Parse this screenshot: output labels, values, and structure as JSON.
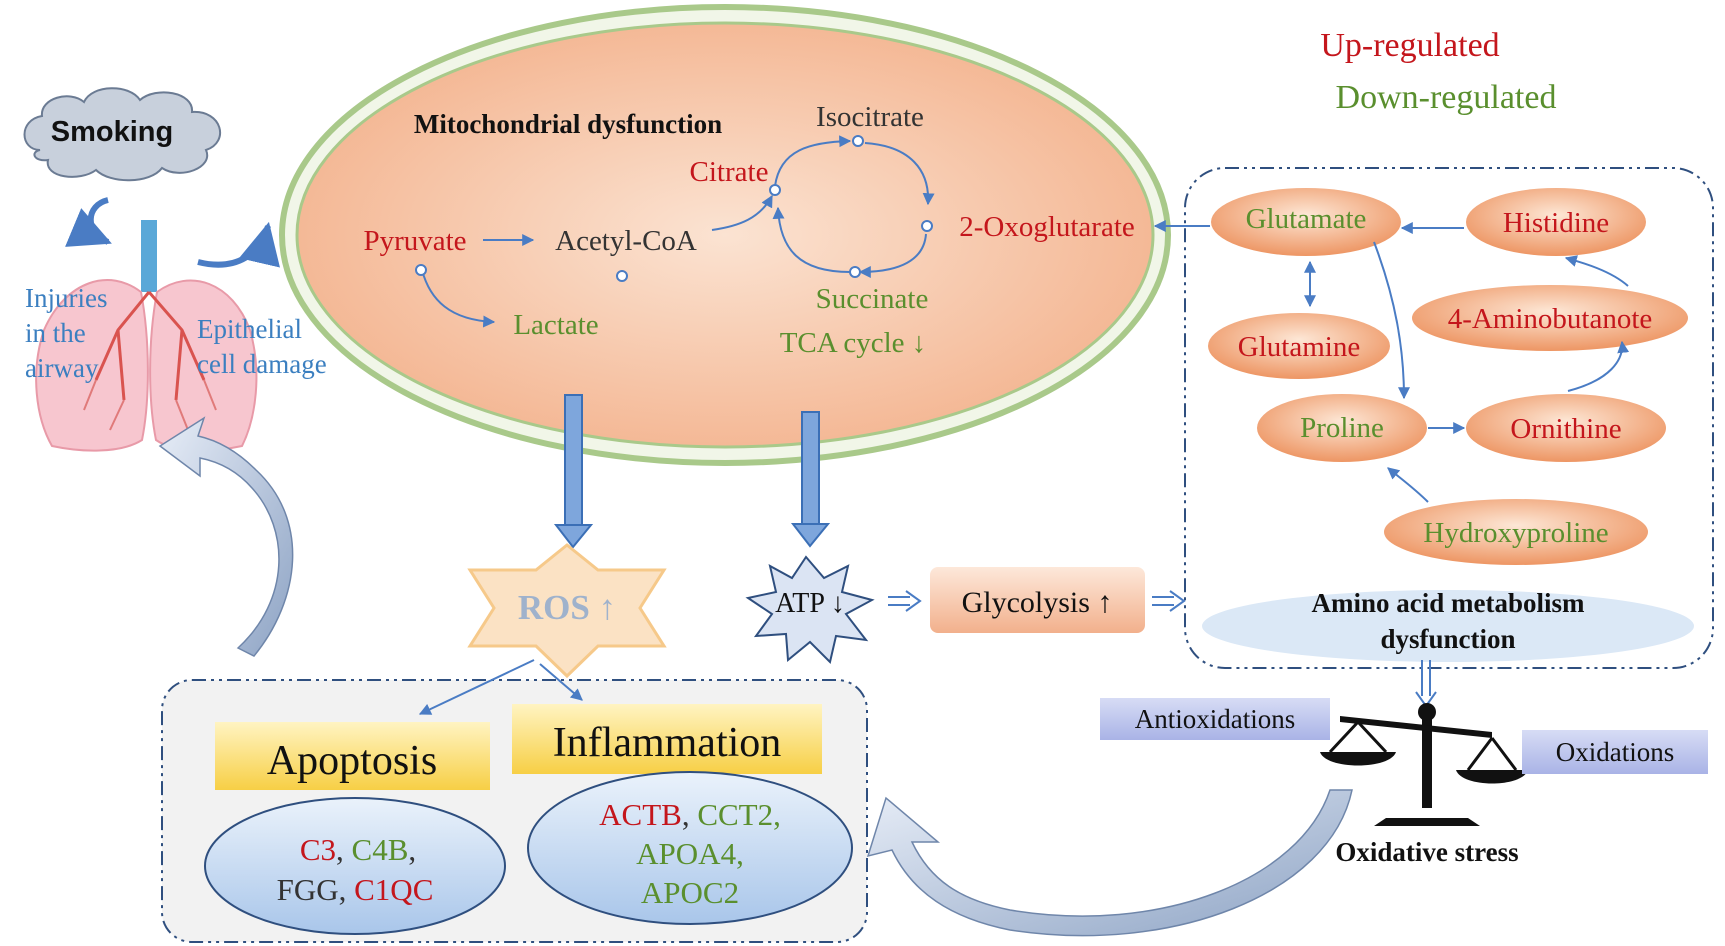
{
  "legend": {
    "up": "Up-regulated",
    "down": "Down-regulated"
  },
  "colors": {
    "up": "#c4161c",
    "down": "#5a8f2e",
    "arrow": "#4a7cc4",
    "oval_fill": "#f3b48f",
    "box_border": "#2f4f7f"
  },
  "smoking": {
    "label": "Smoking"
  },
  "lung": {
    "left_label": [
      "Injuries",
      "in the",
      "airway"
    ],
    "right_label": [
      "Epithelial",
      "cell damage"
    ]
  },
  "mito": {
    "title": "Mitochondrial dysfunction",
    "pyruvate": "Pyruvate",
    "acetyl": "Acetyl-CoA",
    "lactate": "Lactate",
    "citrate": "Citrate",
    "isocitrate": "Isocitrate",
    "oxoglutarate": "2-Oxoglutarate",
    "succinate": "Succinate",
    "tca": "TCA cycle ↓"
  },
  "amino": {
    "glutamate": "Glutamate",
    "histidine": "Histidine",
    "glutamine": "Glutamine",
    "aminobutanote": "4-Aminobutanote",
    "proline": "Proline",
    "ornithine": "Ornithine",
    "hydroxyproline": "Hydroxyproline",
    "title_line1": "Amino acid metabolism",
    "title_line2": "dysfunction"
  },
  "ros": "ROS ↑",
  "atp": "ATP ↓",
  "glycolysis": "Glycolysis ↑",
  "balance": {
    "antioxidations": "Antioxidations",
    "oxidations": "Oxidations",
    "caption": "Oxidative stress"
  },
  "outcomes": {
    "apoptosis": "Apoptosis",
    "inflammation": "Inflammation",
    "apoptosis_genes": [
      {
        "text": "C3",
        "reg": "up"
      },
      {
        "text": ", ",
        "reg": "neutral"
      },
      {
        "text": "C4B",
        "reg": "down"
      },
      {
        "text": ",",
        "reg": "neutral"
      }
    ],
    "apoptosis_genes_line2": [
      {
        "text": "FGG",
        "reg": "neutral"
      },
      {
        "text": ", ",
        "reg": "neutral"
      },
      {
        "text": "C1QC",
        "reg": "up"
      }
    ],
    "inflammation_genes": [
      {
        "text": "ACTB",
        "reg": "up"
      },
      {
        "text": ", ",
        "reg": "neutral"
      },
      {
        "text": "CCT2",
        "reg": "down"
      },
      {
        "text": ",",
        "reg": "down"
      }
    ],
    "inflammation_genes_line2": [
      {
        "text": "APOA4,",
        "reg": "down"
      }
    ],
    "inflammation_genes_line3": [
      {
        "text": "APOC2",
        "reg": "down"
      }
    ]
  }
}
